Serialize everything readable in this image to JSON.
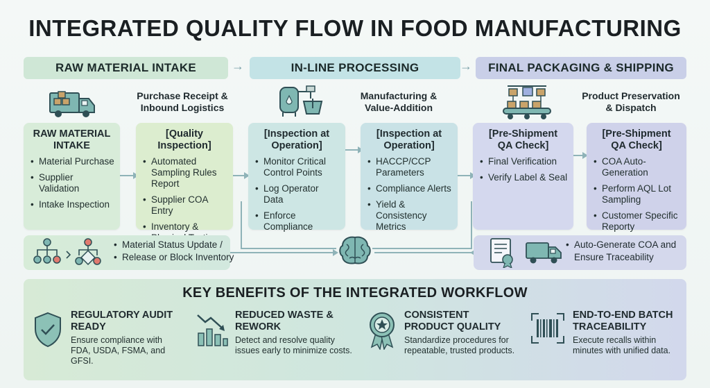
{
  "title": "INTEGRATED QUALITY FLOW IN FOOD MANUFACTURING",
  "phases": [
    {
      "label": "RAW MATERIAL INTAKE"
    },
    {
      "label": "IN-LINE PROCESSING"
    },
    {
      "label": "FINAL PACKAGING & SHIPPING"
    }
  ],
  "stage_labels": [
    "Purchase Receipt &\nInbound Logistics",
    "Manufacturing &\nValue-Addition",
    "Product Preservation\n& Dispatch"
  ],
  "cards": [
    {
      "header": "RAW MATERIAL\nINTAKE",
      "items": [
        "Material Purchase",
        "Supplier Validation",
        "Intake Inspection"
      ]
    },
    {
      "header": "[Quality Inspection]",
      "items": [
        "Automated\nSampling Rules\nReport",
        "Supplier COA Entry",
        "Inventory &\nPhysical Testing"
      ]
    },
    {
      "header": "[Inspection at\nOperation]",
      "items": [
        "Monitor Critical\nControl Points",
        "Log Operator Data",
        "Enforce Compliance"
      ]
    },
    {
      "header": "[Inspection at\nOperation]",
      "items": [
        "HACCP/CCP\nParameters",
        "Compliance Alerts",
        "Yield & Consistency\nMetrics"
      ]
    },
    {
      "header": "[Pre-Shipment\nQA Check]",
      "items": [
        "Final Verification",
        "Verify Label & Seal"
      ]
    },
    {
      "header": "[Pre-Shipment\nQA Check]",
      "items": [
        "COA Auto-Generation",
        "Perform AQL Lot\nSampling",
        "Customer Specific\nReporty"
      ]
    }
  ],
  "bottom_left": {
    "items": [
      "Material Status Update /",
      "Release or Block Inventory"
    ]
  },
  "bottom_right": {
    "items": [
      "Auto-Generate COA and\nEnsure Traceability"
    ]
  },
  "benefits": {
    "title": "KEY BENEFITS OF THE INTEGRATED WORKFLOW",
    "items": [
      {
        "icon": "shield-check-icon",
        "heading": "REGULATORY AUDIT\nREADY",
        "text": "Ensure compliance with\nFDA, USDA, FSMA, and GFSI."
      },
      {
        "icon": "chart-down-icon",
        "heading": "REDUCED WASTE &\nREWORK",
        "text": "Detect and resolve quality\nissues early to minimize costs."
      },
      {
        "icon": "award-ribbon-icon",
        "heading": "CONSISTENT\nPRODUCT QUALITY",
        "text": "Standardize procedures for\nrepeatable, trusted products."
      },
      {
        "icon": "barcode-icon",
        "heading": "END-TO-END BATCH\nTRACEABILITY",
        "text": "Execute recalls within\nminutes with unified data."
      }
    ]
  },
  "colors": {
    "green": "#cfe7d6",
    "teal": "#c3e3e6",
    "lavender": "#c9cfe8",
    "icon_stroke": "#2f4f55"
  }
}
